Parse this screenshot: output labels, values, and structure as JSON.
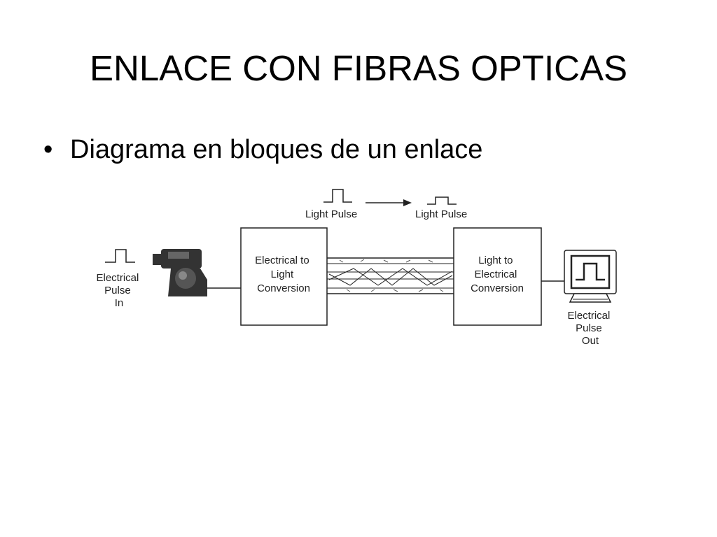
{
  "slide": {
    "title": "ENLACE CON FIBRAS OPTICAS",
    "bullet_marker": "•",
    "bullet_text": "Diagrama en bloques de un enlace"
  },
  "diagram": {
    "pulse_labels": [
      "Light Pulse",
      "Light Pulse"
    ],
    "input": {
      "label_lines": [
        "Electrical",
        "Pulse",
        "In"
      ],
      "icon": "camera-icon"
    },
    "transmitter": {
      "label_lines": [
        "Electrical to",
        "Light",
        "Conversion"
      ]
    },
    "receiver": {
      "label_lines": [
        "Light to",
        "Electrical",
        "Conversion"
      ]
    },
    "output": {
      "label_lines": [
        "Electrical",
        "Pulse",
        "Out"
      ],
      "icon": "monitor-icon"
    }
  },
  "colors": {
    "ink": "#222222",
    "device": "#333333"
  }
}
